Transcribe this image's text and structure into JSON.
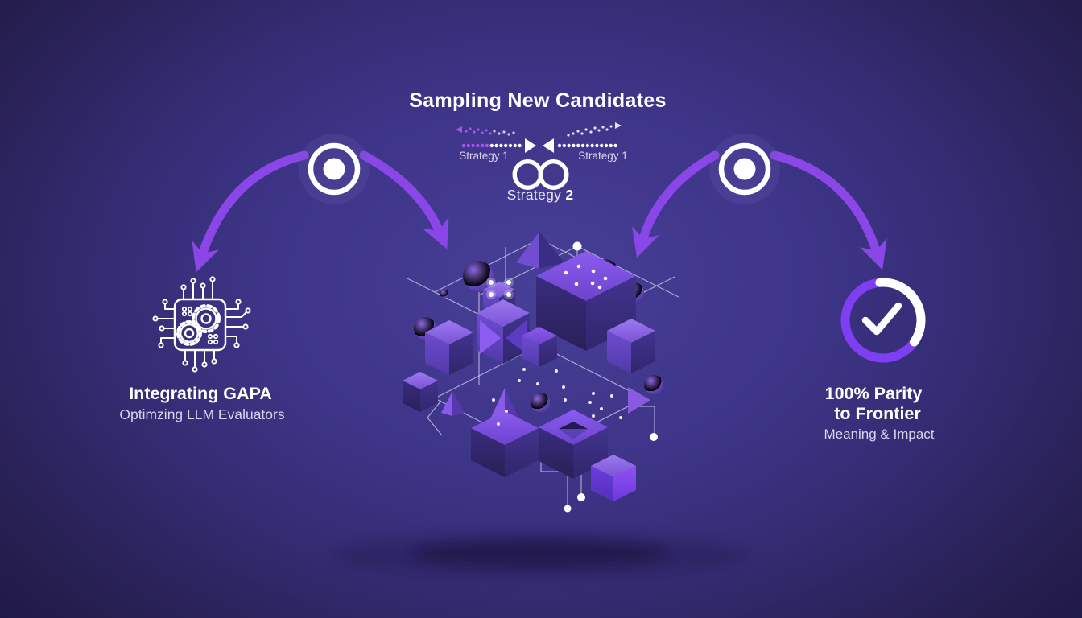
{
  "title": "Sampling New Candidates",
  "strategy_flow": {
    "left_label": "Strategy 1",
    "right_label": "Strategy 1",
    "loop_word": "Strategy ",
    "loop_number": "2"
  },
  "left_feature": {
    "heading": "Integrating GAPA",
    "subheading": "Optimzing LLM Evaluators"
  },
  "right_feature": {
    "line1": "100% Parity",
    "line2": "to Frontier",
    "line3": "Meaning & Impact",
    "progress_percent": 100
  },
  "icons": {
    "left_icon": "chip-gears-icon",
    "right_icon": "progress-ring-check-icon",
    "loop_icon": "infinity-icon",
    "node_icon": "radio-target-node-icon",
    "center_illustration": "isometric-blocks-illustration"
  },
  "colors": {
    "background_center": "#473e97",
    "background_edge": "#1e1845",
    "arrow_purple": "#8a46e6",
    "ring_purple": "#7e3ff2",
    "dot_purple": "#b050f2",
    "text_white": "#ffffff",
    "text_lavender": "#d9d4f0"
  }
}
